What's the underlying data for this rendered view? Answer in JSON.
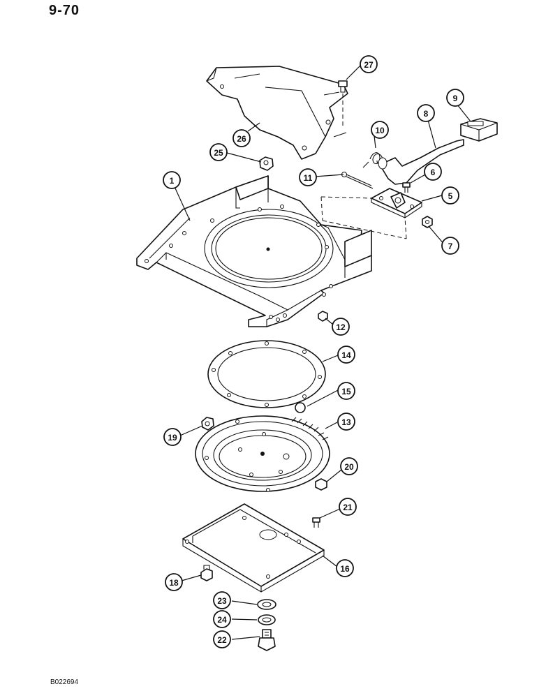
{
  "page": {
    "page_number": "9-70",
    "figure_code": "B022694"
  },
  "callouts": [
    {
      "id": "27",
      "label": "27"
    },
    {
      "id": "9",
      "label": "9"
    },
    {
      "id": "8",
      "label": "8"
    },
    {
      "id": "10",
      "label": "10"
    },
    {
      "id": "26",
      "label": "26"
    },
    {
      "id": "25",
      "label": "25"
    },
    {
      "id": "1",
      "label": "1"
    },
    {
      "id": "11",
      "label": "11"
    },
    {
      "id": "6",
      "label": "6"
    },
    {
      "id": "5",
      "label": "5"
    },
    {
      "id": "7",
      "label": "7"
    },
    {
      "id": "12",
      "label": "12"
    },
    {
      "id": "14",
      "label": "14"
    },
    {
      "id": "15",
      "label": "15"
    },
    {
      "id": "13",
      "label": "13"
    },
    {
      "id": "19",
      "label": "19"
    },
    {
      "id": "20",
      "label": "20"
    },
    {
      "id": "21",
      "label": "21"
    },
    {
      "id": "16",
      "label": "16"
    },
    {
      "id": "18",
      "label": "18"
    },
    {
      "id": "23",
      "label": "23"
    },
    {
      "id": "24",
      "label": "24"
    },
    {
      "id": "22",
      "label": "22"
    }
  ]
}
